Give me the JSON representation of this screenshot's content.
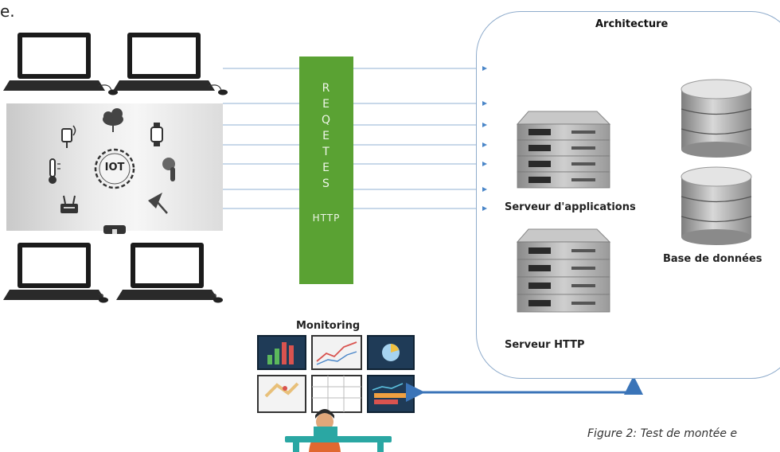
{
  "fragment_text": "e.",
  "requests_bar": {
    "letters": [
      "R",
      "E",
      "Q",
      "E",
      "T",
      "E",
      "S"
    ],
    "protocol": "HTTP",
    "color": "#5aa233"
  },
  "iot_hub": {
    "label": "IOT",
    "icons": [
      "cloud-icon",
      "smartwatch-icon",
      "touch-icon",
      "satellite-dish-icon",
      "vr-headset-icon",
      "router-icon",
      "thermometer-icon",
      "sensor-icon"
    ]
  },
  "architecture": {
    "title": "Architecture",
    "app_server_label": "Serveur d'applications",
    "http_server_label": "Serveur HTTP",
    "database_label": "Base de données",
    "border_color": "#8faccc"
  },
  "monitoring": {
    "title": "Monitoring",
    "screens": [
      "bar-chart-icon",
      "line-chart-icon",
      "pie-chart-icon",
      "map-icon",
      "table-icon",
      "stacked-chart-icon"
    ]
  },
  "link_color": "#4a86c8",
  "caption": "Figure 2: Test de montée e"
}
